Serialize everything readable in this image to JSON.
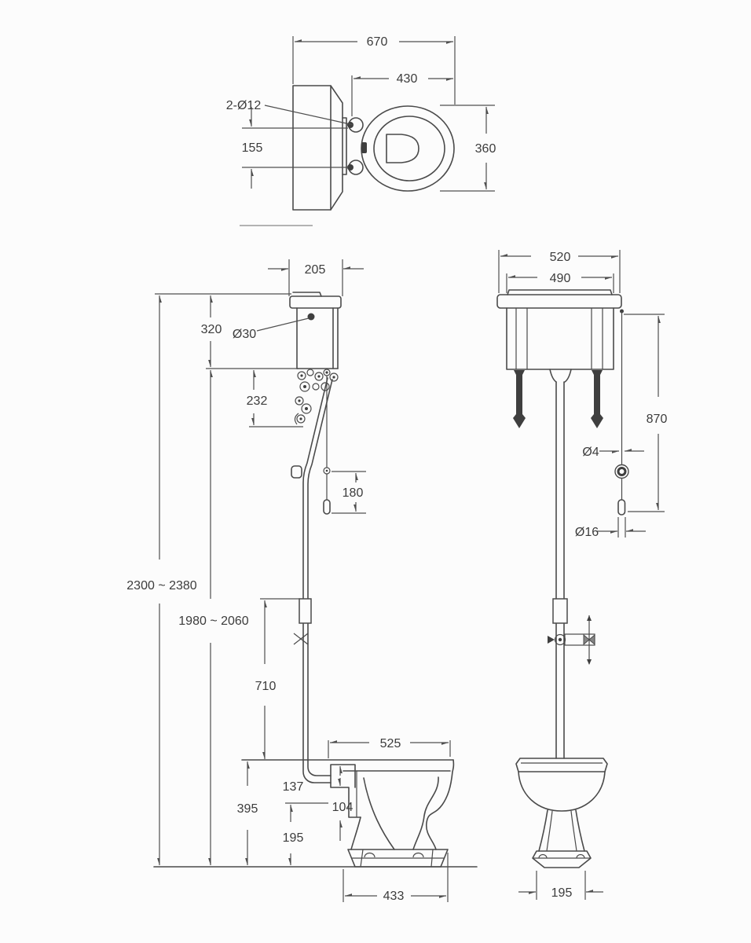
{
  "colors": {
    "background": "#fcfcfc",
    "line": "#4a4a4a",
    "text": "#3c3c3c"
  },
  "labels": {
    "plan": {
      "overall_depth": "670",
      "seat_depth": "430",
      "bowl_width": "360",
      "fixing_centres": "155",
      "fixing_holes": "2-Ø12"
    },
    "side": {
      "cistern_depth": "205",
      "cistern_height": "320",
      "inlet_hole_dia": "Ø30",
      "bracket_drop": "232",
      "overall_height": "2300 ~ 2380",
      "pipe_top_height": "1980 ~ 2060",
      "flush_pipe_length": "710",
      "pull_travel": "180",
      "pan_depth": "525",
      "pan_height": "395",
      "rim_to_inlet": "137",
      "inlet_step": "104",
      "inlet_height": "195",
      "base_depth": "433"
    },
    "front": {
      "cistern_lid_width": "520",
      "cistern_body_width": "490",
      "chain_length": "870",
      "chain_dia": "Ø4",
      "pull_dia": "Ø16",
      "base_width": "195"
    }
  }
}
